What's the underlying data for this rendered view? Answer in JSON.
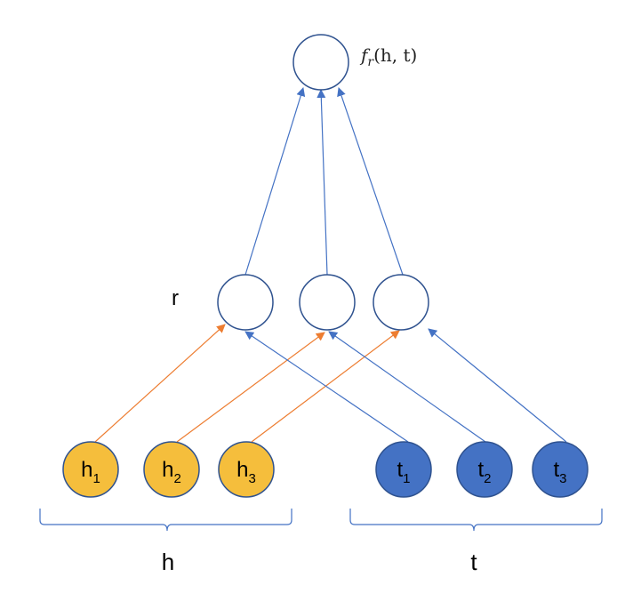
{
  "output_label": {
    "main": "f",
    "sub": "r",
    "args": "(h, t)"
  },
  "relation_label": "r",
  "head_nodes": [
    {
      "main": "h",
      "sub": "1"
    },
    {
      "main": "h",
      "sub": "2"
    },
    {
      "main": "h",
      "sub": "3"
    }
  ],
  "tail_nodes": [
    {
      "main": "t",
      "sub": "1"
    },
    {
      "main": "t",
      "sub": "2"
    },
    {
      "main": "t",
      "sub": "3"
    }
  ],
  "group_labels": {
    "head": "h",
    "tail": "t"
  },
  "colors": {
    "head_fill": "#F5BE3C",
    "tail_fill": "#4472C4",
    "node_stroke": "#2F528F",
    "head_edge": "#ED7D31",
    "tail_edge": "#4472C4",
    "brace": "#4472C4"
  }
}
